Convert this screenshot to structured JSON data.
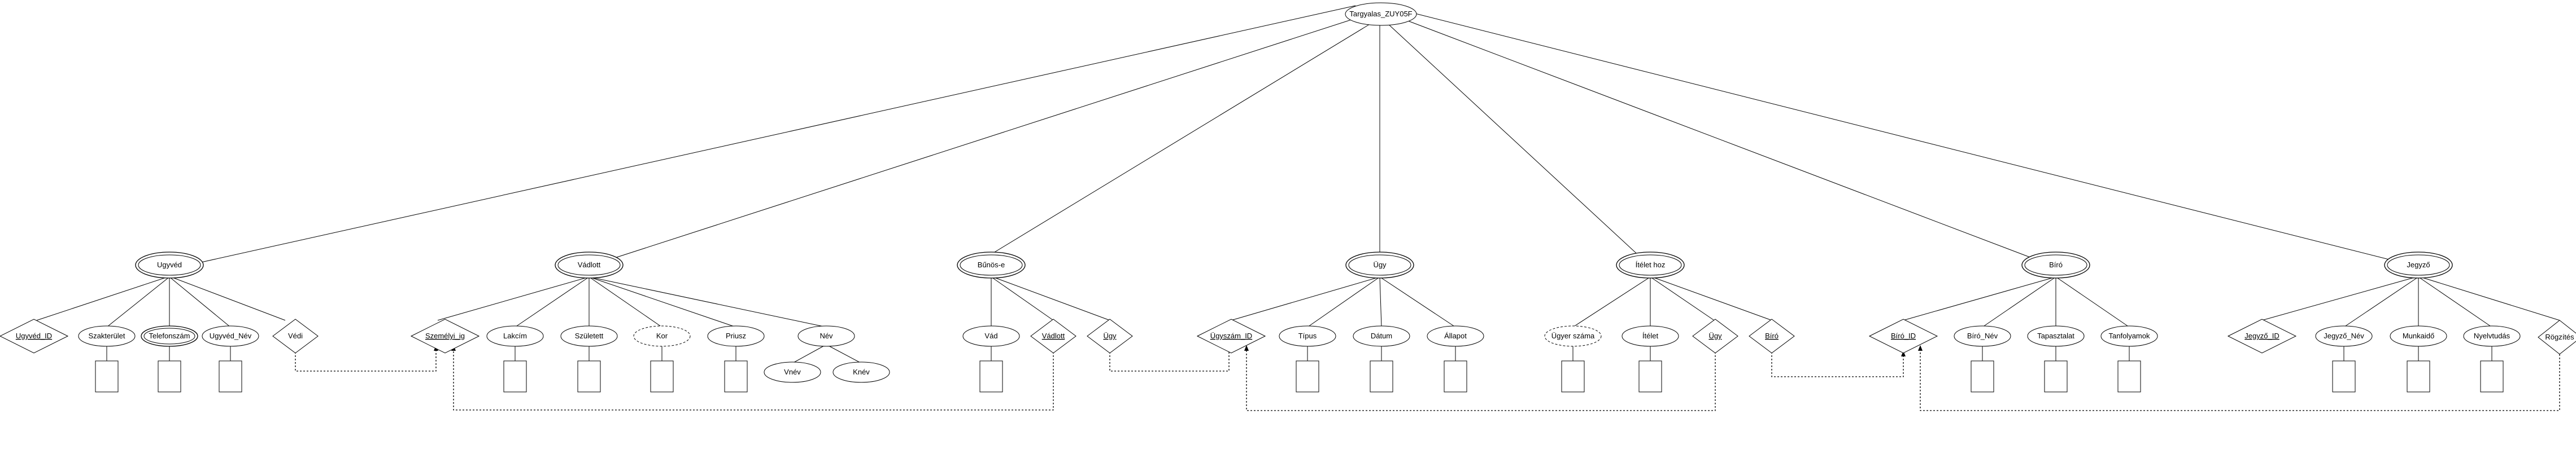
{
  "root": {
    "label": "Targyalas_ZUY05F"
  },
  "entities": [
    {
      "id": "ugyved",
      "label": "Ugyvéd"
    },
    {
      "id": "vadlott",
      "label": "Vádlott"
    },
    {
      "id": "buros",
      "label": "Bűnös-e"
    },
    {
      "id": "ugy",
      "label": "Ügy"
    },
    {
      "id": "iteletek",
      "label": "Ítélet hoz"
    },
    {
      "id": "biro",
      "label": "Bíró"
    },
    {
      "id": "jegyzo",
      "label": "Jegyző"
    }
  ],
  "attributes": [
    {
      "id": "a_ugyved_id",
      "label": "Ugyvéd_ID",
      "shape": "diamond",
      "underline": true
    },
    {
      "id": "a_szakterulet",
      "label": "Szakterület",
      "shape": "ellipse"
    },
    {
      "id": "a_telefonszam",
      "label": "Telefonszám",
      "shape": "ellipse-double"
    },
    {
      "id": "a_ugyved_nev",
      "label": "Ugyvéd_Név",
      "shape": "ellipse"
    },
    {
      "id": "a_vedi",
      "label": "Védi",
      "shape": "diamond"
    },
    {
      "id": "a_szemelyi",
      "label": "Személyi_ig",
      "shape": "diamond",
      "underline": true
    },
    {
      "id": "a_lakcim",
      "label": "Lakcím",
      "shape": "ellipse"
    },
    {
      "id": "a_szuletett",
      "label": "Született",
      "shape": "ellipse"
    },
    {
      "id": "a_kor",
      "label": "Kor",
      "shape": "ellipse-dashed"
    },
    {
      "id": "a_priusz",
      "label": "Priusz",
      "shape": "ellipse"
    },
    {
      "id": "a_nev",
      "label": "Név",
      "shape": "ellipse"
    },
    {
      "id": "a_vnev",
      "label": "Vnév",
      "shape": "ellipse"
    },
    {
      "id": "a_knev",
      "label": "Knév",
      "shape": "ellipse"
    },
    {
      "id": "a_vad",
      "label": "Vád",
      "shape": "ellipse"
    },
    {
      "id": "a_vadlott_ref",
      "label": "Vádlott",
      "shape": "diamond",
      "underline": true
    },
    {
      "id": "a_ugy_ref",
      "label": "Ügy",
      "shape": "diamond",
      "underline": true
    },
    {
      "id": "a_ugyszam",
      "label": "Ügyszám_ID",
      "shape": "diamond",
      "underline": true
    },
    {
      "id": "a_tipus",
      "label": "Típus",
      "shape": "ellipse"
    },
    {
      "id": "a_datum",
      "label": "Dátum",
      "shape": "ellipse"
    },
    {
      "id": "a_allapot",
      "label": "Állapot",
      "shape": "ellipse"
    },
    {
      "id": "a_ugyerek",
      "label": "Ügyer száma",
      "shape": "ellipse-dashed"
    },
    {
      "id": "a_itelet",
      "label": "Ítélet",
      "shape": "ellipse"
    },
    {
      "id": "a_ugy2",
      "label": "Ügy",
      "shape": "diamond",
      "underline": true
    },
    {
      "id": "a_biro_ref",
      "label": "Bíró",
      "shape": "diamond",
      "underline": true
    },
    {
      "id": "a_biro_id",
      "label": "Bíró_ID",
      "shape": "diamond",
      "underline": true
    },
    {
      "id": "a_biro_nev",
      "label": "Bíró_Név",
      "shape": "ellipse"
    },
    {
      "id": "a_tapasztalat",
      "label": "Tapasztalat",
      "shape": "ellipse"
    },
    {
      "id": "a_tanfolyamok",
      "label": "Tanfolyamok",
      "shape": "ellipse"
    },
    {
      "id": "a_jegyzo_id",
      "label": "Jegyző_ID",
      "shape": "diamond",
      "underline": true
    },
    {
      "id": "a_jegyzo_nev",
      "label": "Jegyző_Név",
      "shape": "ellipse"
    },
    {
      "id": "a_munkaido",
      "label": "Munkaidő",
      "shape": "ellipse"
    },
    {
      "id": "a_nyelvtudas",
      "label": "Nyelvtudás",
      "shape": "ellipse"
    },
    {
      "id": "a_rogzites",
      "label": "Rögzítés",
      "shape": "diamond"
    }
  ]
}
